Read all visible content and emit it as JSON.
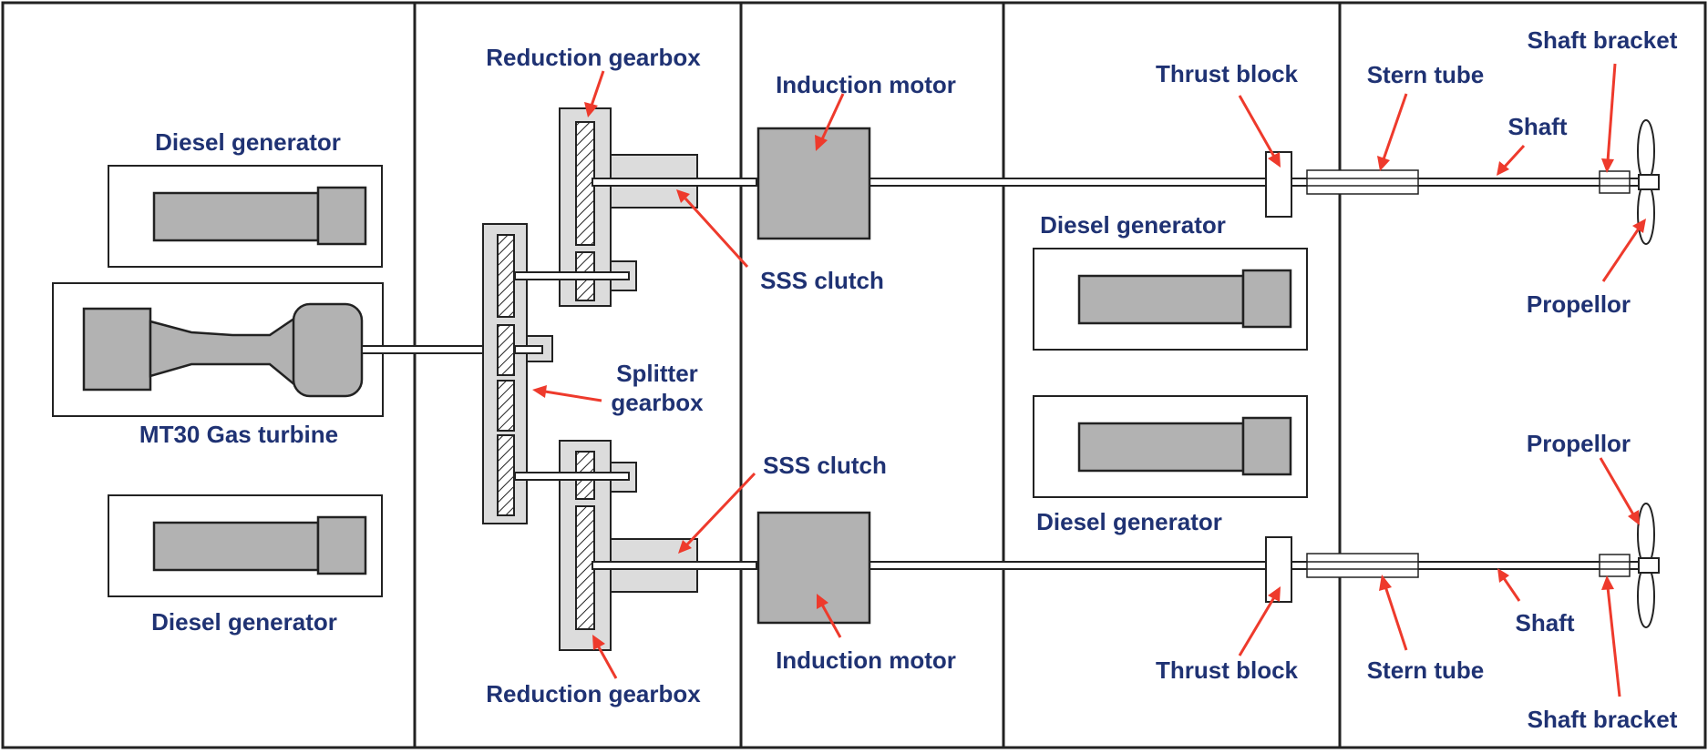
{
  "labels": {
    "diesel_generator_1": "Diesel generator",
    "mt30_gas_turbine": "MT30 Gas turbine",
    "diesel_generator_2": "Diesel generator",
    "reduction_gearbox_top": "Reduction gearbox",
    "splitter_gearbox_line1": "Splitter",
    "splitter_gearbox_line2": "gearbox",
    "reduction_gearbox_bottom": "Reduction gearbox",
    "induction_motor_top": "Induction motor",
    "sss_clutch_top": "SSS clutch",
    "sss_clutch_bottom": "SSS clutch",
    "induction_motor_bottom": "Induction motor",
    "diesel_generator_3": "Diesel generator",
    "diesel_generator_4": "Diesel generator",
    "thrust_block_top": "Thrust block",
    "thrust_block_bottom": "Thrust block",
    "stern_tube_top": "Stern tube",
    "stern_tube_bottom": "Stern tube",
    "shaft_bracket_top": "Shaft bracket",
    "shaft_top": "Shaft",
    "propellor_top": "Propellor",
    "propellor_bottom": "Propellor",
    "shaft_bottom": "Shaft",
    "shaft_bracket_bottom": "Shaft bracket"
  },
  "colors": {
    "label_text": "#1f3273",
    "arrow": "#ee3a2c",
    "component_fill": "#b2b2b2",
    "gearbox_fill": "#dcdcdc",
    "outline": "#222222"
  }
}
